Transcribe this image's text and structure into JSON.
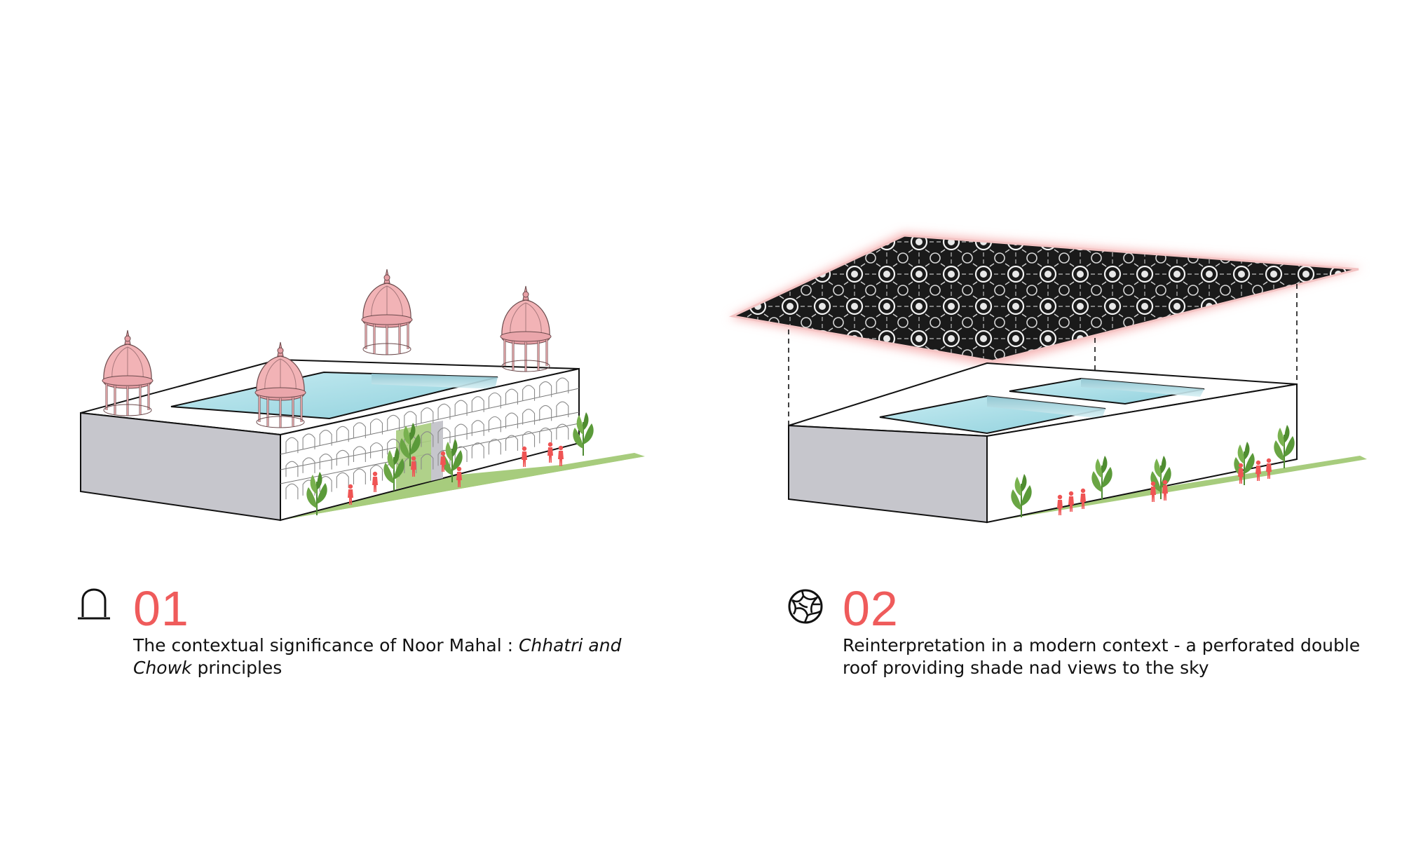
{
  "colors": {
    "accent": "#ef5b5b",
    "chhatri": "#f2b3b6",
    "wall_side": "#c6c6cc",
    "courtyard": "#a9dde6",
    "grass": "#a7cc7d",
    "people": "#ef5454",
    "plants": "#5e9a3c",
    "canopy_glow": "#f7b6b6"
  },
  "panel1": {
    "number": "01",
    "icon": "arch-icon",
    "text_plain": "The contextual significance of Noor Mahal  : ",
    "text_italic_1": "Chhatri and",
    "text_italic_2": "Chowk",
    "text_end": " principles"
  },
  "panel2": {
    "number": "02",
    "icon": "perforated-circle-icon",
    "text_line_1": "Reinterpretation in a modern context - a perforated double",
    "text_line_2": "roof providing shade nad views to the sky"
  }
}
